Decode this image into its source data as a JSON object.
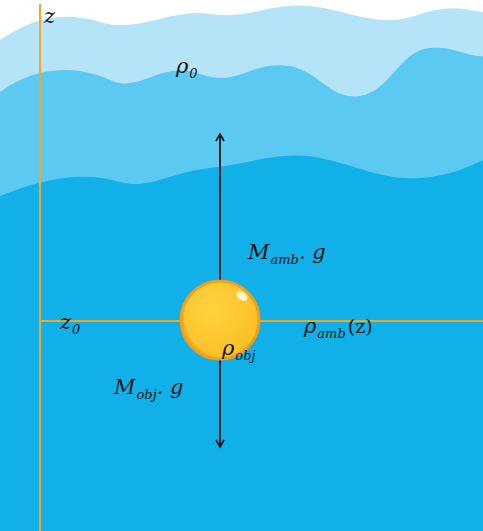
{
  "diagram": {
    "labels": [
      "z",
      "ρ",
      "0",
      "M",
      "amb",
      ". g",
      "ρ",
      "amb",
      "(z)",
      "z",
      "0",
      "ρ",
      "obj",
      "M",
      "obj",
      ". g"
    ]
  }
}
